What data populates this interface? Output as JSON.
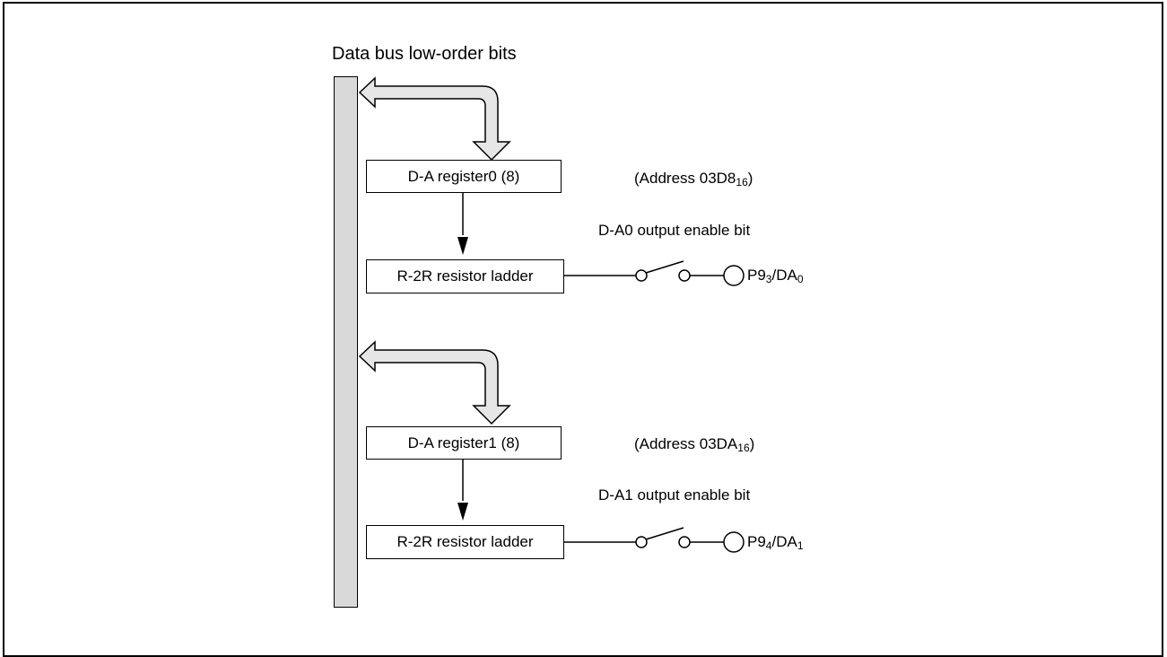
{
  "diagram": {
    "bus_label": "Data bus low-order bits",
    "channels": [
      {
        "register_label": "D-A register0 (8)",
        "address_prefix": "(Address 03D8",
        "address_sub": "16",
        "address_suffix": ")",
        "enable_label": "D-A0 output enable bit",
        "ladder_label": "R-2R resistor ladder",
        "pin_prefix": "P9",
        "pin_sub1": "3",
        "pin_mid": "/DA",
        "pin_sub2": "0"
      },
      {
        "register_label": "D-A register1 (8)",
        "address_prefix": "(Address 03DA",
        "address_sub": "16",
        "address_suffix": ")",
        "enable_label": "D-A1 output enable bit",
        "ladder_label": "R-2R resistor ladder",
        "pin_prefix": "P9",
        "pin_sub1": "4",
        "pin_mid": "/DA",
        "pin_sub2": "1"
      }
    ],
    "colors": {
      "bus_fill": "#d9d9d9",
      "arrow_fill": "#e6e6e6",
      "line": "#000000"
    }
  }
}
